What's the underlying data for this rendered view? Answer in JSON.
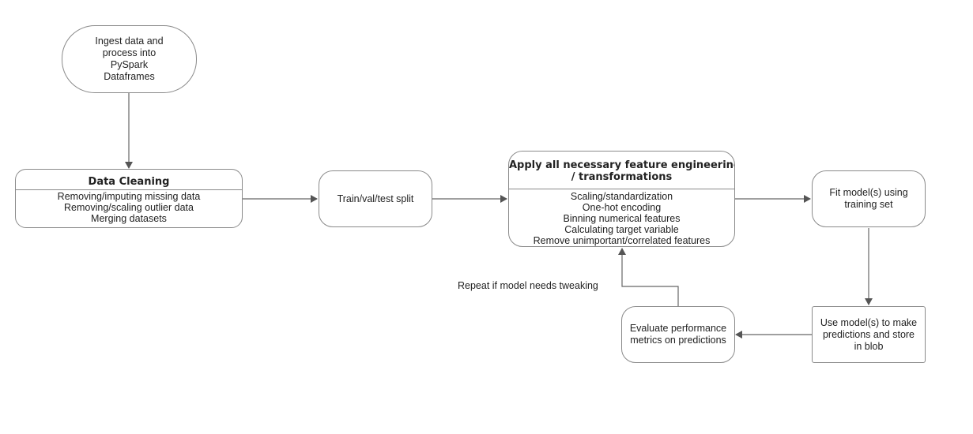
{
  "nodes": {
    "ingest": [
      "Ingest data and",
      "process into",
      "PySpark",
      "Dataframes"
    ],
    "cleaning": {
      "title": "Data Cleaning",
      "items": [
        "Removing/imputing missing data",
        "Removing/scaling outlier data",
        "Merging datasets"
      ]
    },
    "split": "Train/val/test split",
    "feature": {
      "title": [
        "Apply all necessary feature engineering",
        "/ transformations"
      ],
      "items": [
        "Scaling/standardization",
        "One-hot encoding",
        "Binning numerical features",
        "Calculating target variable",
        "Remove unimportant/correlated features"
      ]
    },
    "fit": [
      "Fit model(s) using",
      "training set"
    ],
    "predict": [
      "Use model(s) to make",
      "predictions and store",
      "in blob"
    ],
    "evaluate": [
      "Evaluate performance",
      "metrics on predictions"
    ]
  },
  "edge_labels": {
    "repeat": "Repeat if model needs tweaking"
  }
}
